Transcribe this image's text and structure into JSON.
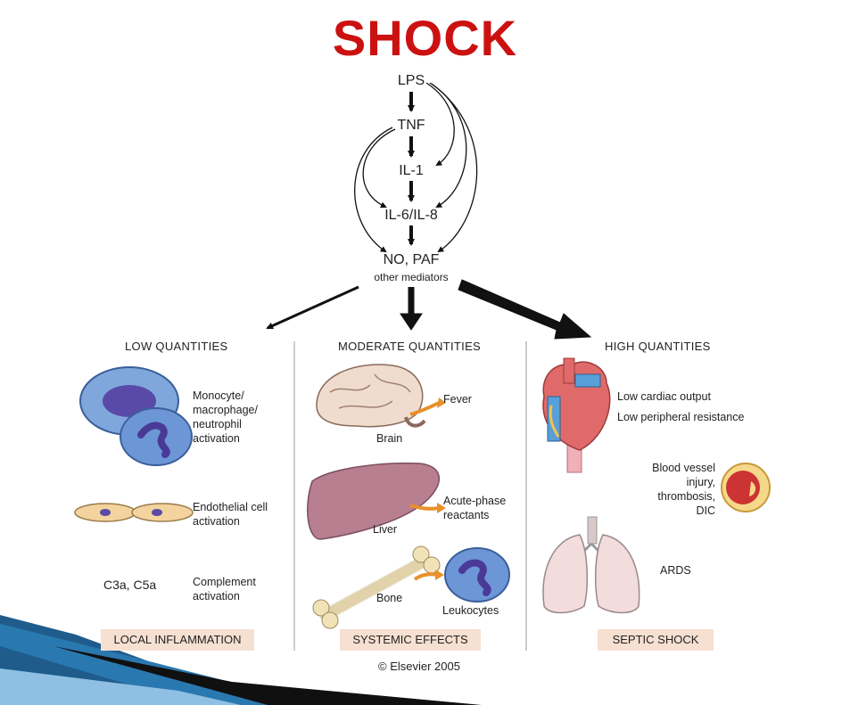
{
  "title": "SHOCK",
  "flow": {
    "lps": "LPS",
    "tnf": "TNF",
    "il1": "IL-1",
    "il6": "IL-6/IL-8",
    "no_paf": "NO, PAF",
    "other": "other mediators"
  },
  "columns": {
    "low": {
      "heading": "LOW QUANTITIES",
      "items": [
        "Monocyte/\nmacrophage/\nneutrophil\nactivation",
        "Endothelial cell\nactivation",
        "Complement\nactivation"
      ],
      "complement_symbols": "C3a, C5a",
      "box": "LOCAL INFLAMMATION"
    },
    "moderate": {
      "heading": "MODERATE QUANTITIES",
      "fever": "Fever",
      "brain": "Brain",
      "acute": "Acute-phase\nreactants",
      "liver": "Liver",
      "bone": "Bone",
      "leukocytes": "Leukocytes",
      "box": "SYSTEMIC EFFECTS"
    },
    "high": {
      "heading": "HIGH QUANTITIES",
      "cardiac": "Low cardiac output",
      "peripheral": "Low peripheral resistance",
      "vessel": "Blood vessel\ninjury,\nthrombosis,\nDIC",
      "ards": "ARDS",
      "box": "SEPTIC SHOCK"
    }
  },
  "copyright": "© Elsevier 2005",
  "colors": {
    "title": "#cc1111",
    "box": "#f6e0d2",
    "cell_blue": "#5a86c8",
    "nucleus": "#5a4aa8",
    "heart": "#e06a6a",
    "liver": "#b77f8f",
    "arrow_orange": "#e8902a"
  }
}
